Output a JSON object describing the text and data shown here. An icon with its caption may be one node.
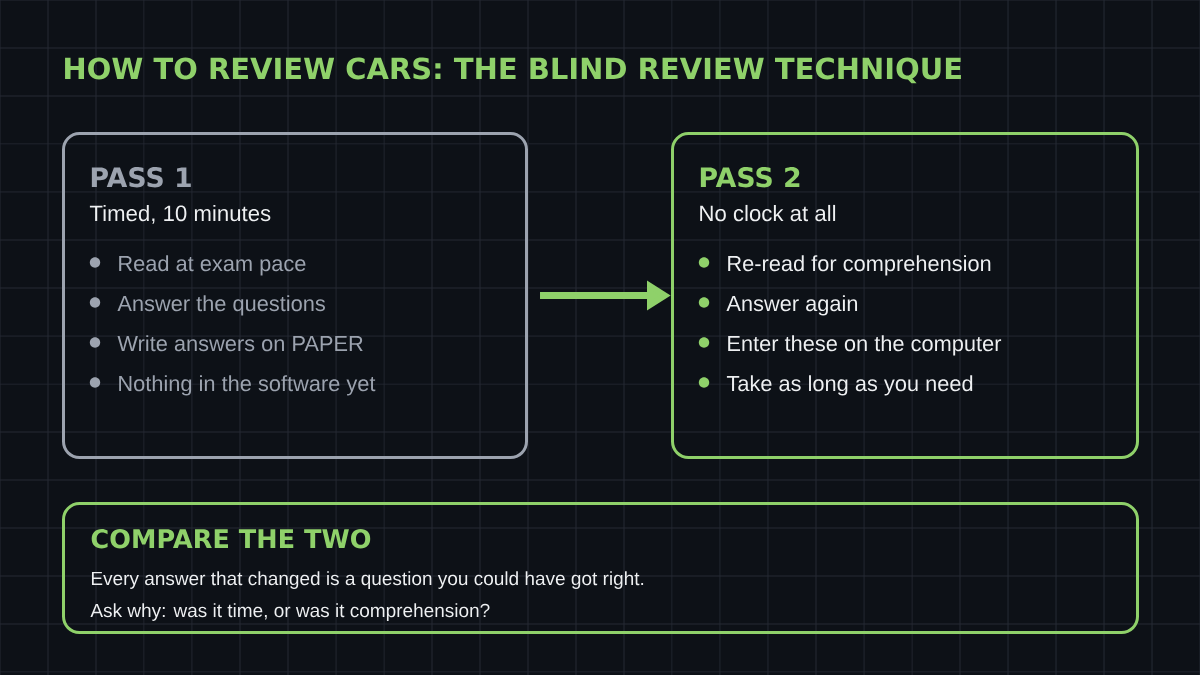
{
  "diagram": {
    "title": "HOW TO REVIEW CARS: THE BLIND REVIEW TECHNIQUE",
    "nodes": [
      {
        "text": [
          "PASS 1",
          "Timed, 10 minutes",
          "Read at exam pace",
          "Answer the questions",
          "Write answers on PAPER",
          "Nothing in the software yet"
        ]
      },
      {
        "text": [
          "PASS 2",
          "No clock at all",
          "Re-read for comprehension",
          "Answer again",
          "Enter these on the computer",
          "Take as long as you need"
        ]
      },
      {
        "text": [
          "COMPARE THE TWO",
          "Every answer that changed is a question you could have got right.",
          "Ask why: was it time, or was it comprehension?"
        ]
      }
    ],
    "edges": [
      {
        "from": 0,
        "to": 1,
        "arrow": "to"
      }
    ]
  }
}
